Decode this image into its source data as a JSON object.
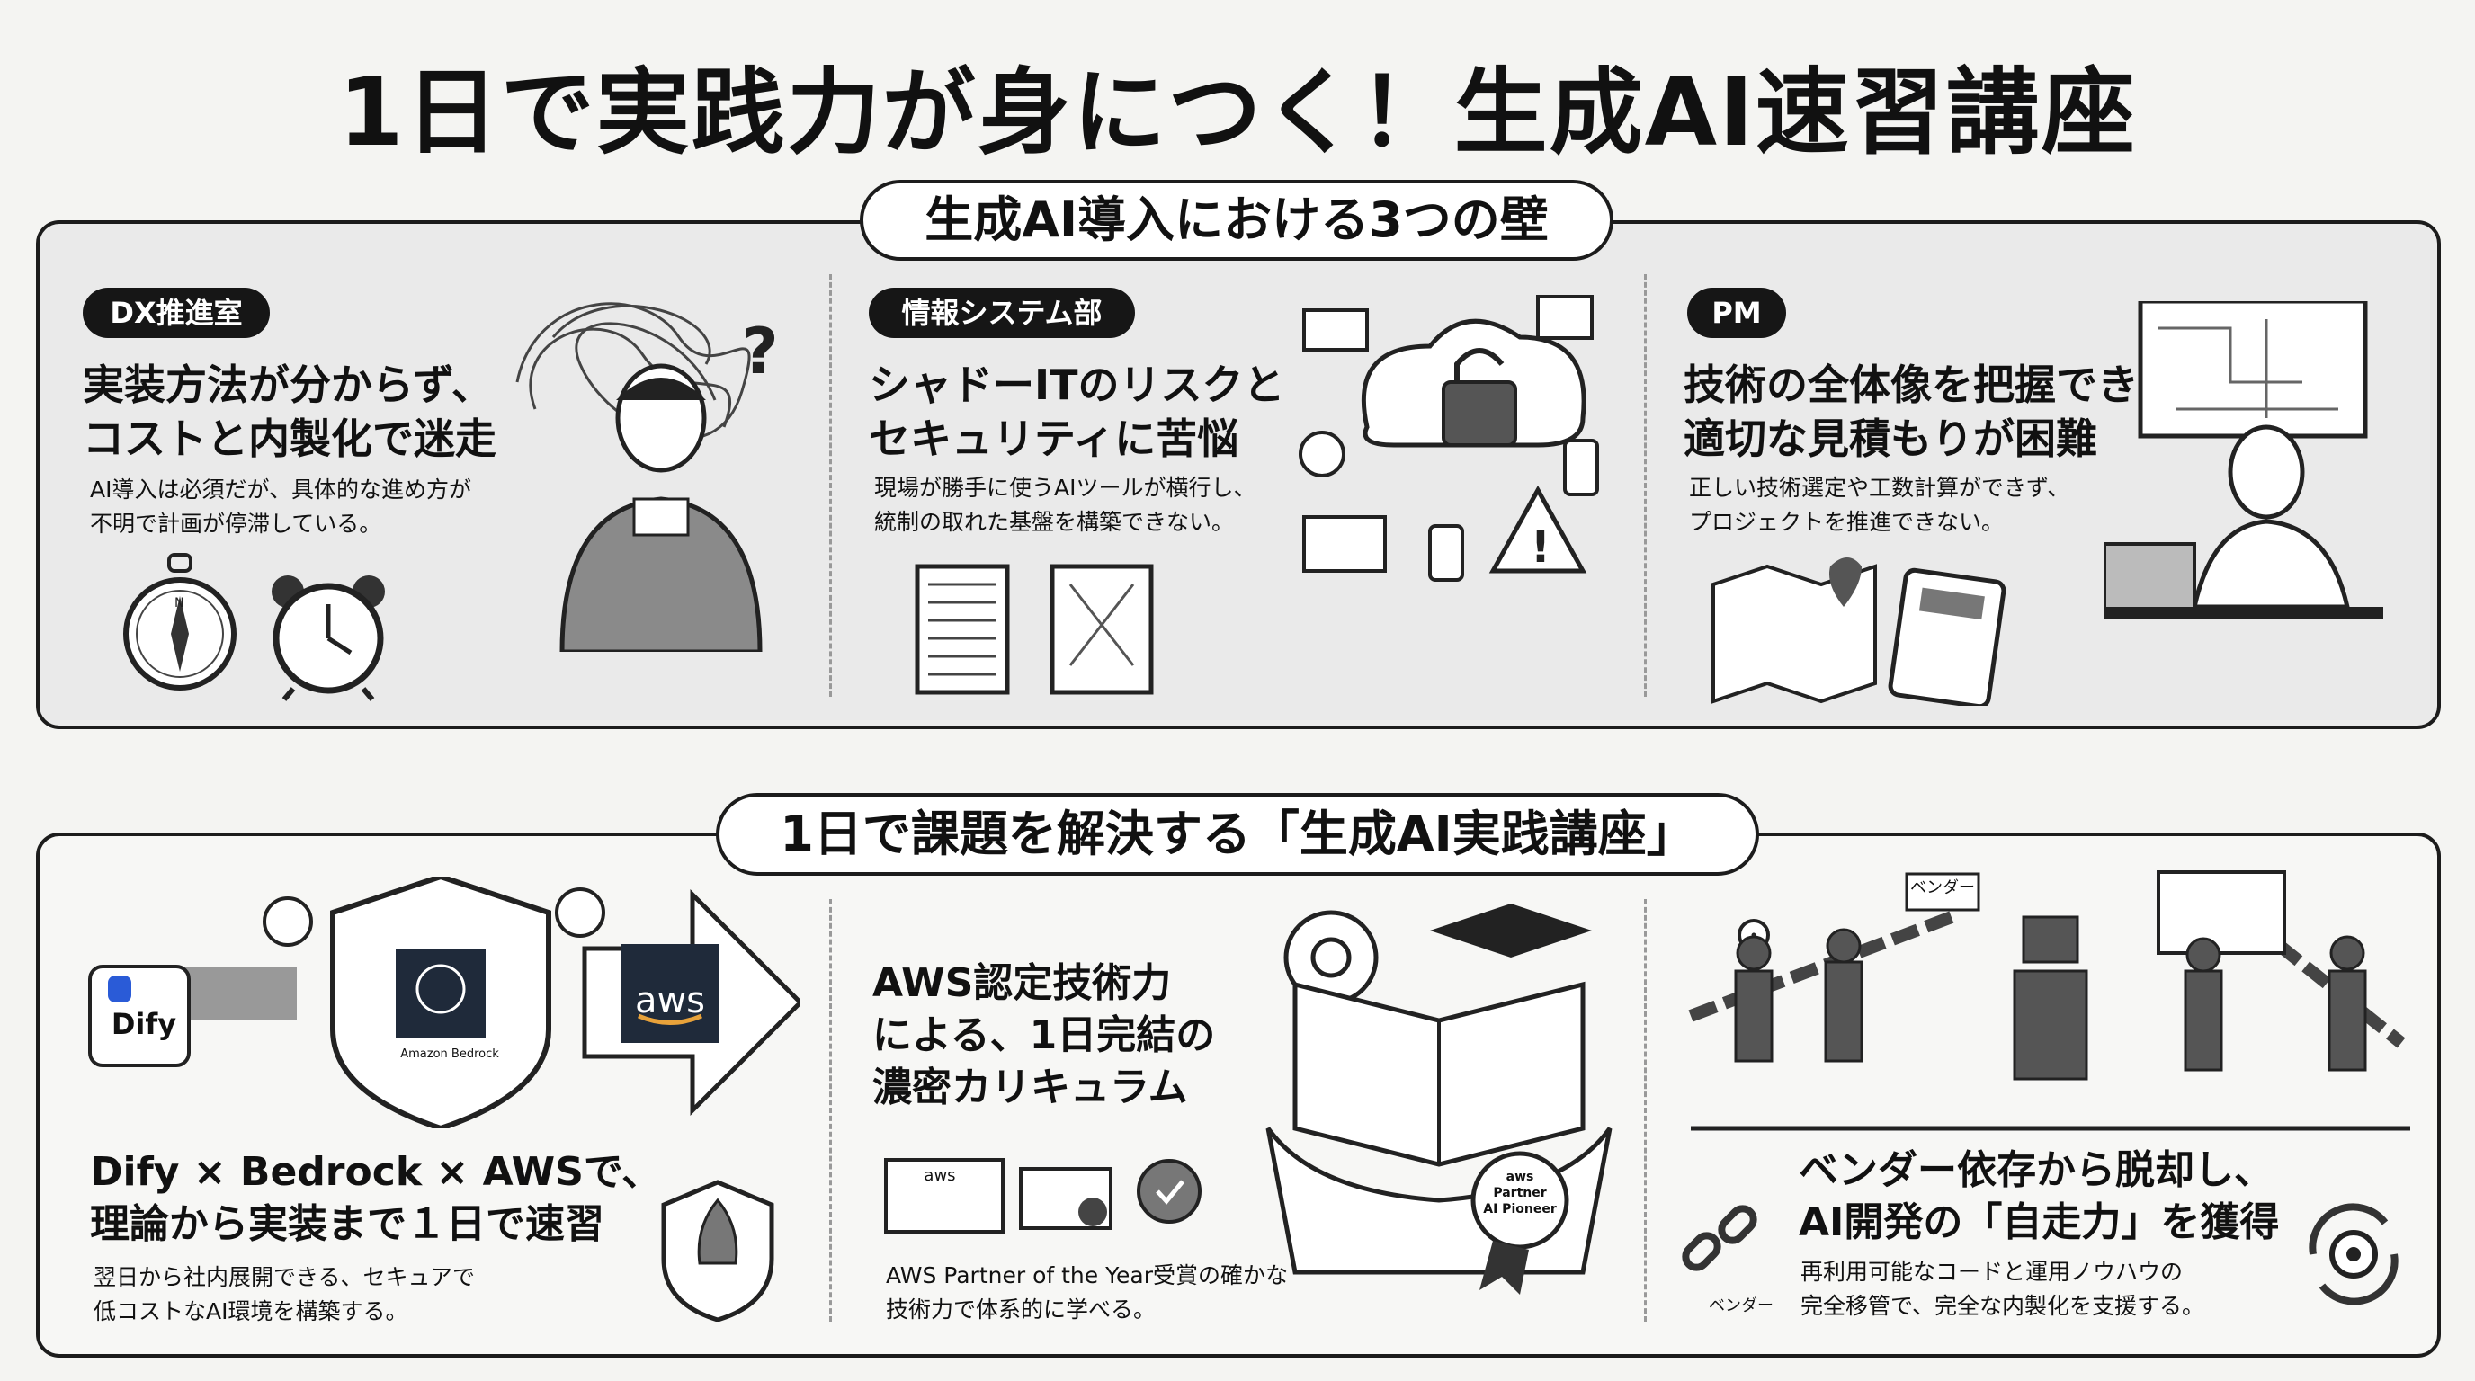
{
  "title": "1日で実践力が身につく！生成AI速習講座",
  "barriers": {
    "heading": "生成AI導入における3つの壁",
    "items": [
      {
        "tag": "DX推進室",
        "line1": "実装方法が分からず、",
        "line2": "コストと内製化で迷走",
        "desc1": "AI導入は必須だが、具体的な進め方が",
        "desc2": "不明で計画が停滞している。"
      },
      {
        "tag": "情報システム部",
        "line1": "シャドーITのリスクと",
        "line2": "セキュリティに苦悩",
        "desc1": "現場が勝手に使うAIツールが横行し、",
        "desc2": "統制の取れた基盤を構築できない。"
      },
      {
        "tag": "PM",
        "line1": "技術の全体像を把握できず、",
        "line2": "適切な見積もりが困難",
        "desc1": "正しい技術選定や工数計算ができず、",
        "desc2": "プロジェクトを推進できない。"
      }
    ]
  },
  "solution": {
    "heading": "1日で課題を解決する「生成AI実践講座」",
    "col1": {
      "dify_label": "Dify",
      "bedrock_label": "Amazon Bedrock",
      "aws_label": "aws",
      "line1": "Dify × Bedrock × AWSで、",
      "line2": "理論から実装まで１日で速習",
      "desc1": "翌日から社内展開できる、セキュアで",
      "desc2": "低コストなAI環境を構築する。"
    },
    "col2": {
      "line1": "AWS認定技術力",
      "line2": "による、1日完結の",
      "line3": "濃密カリキュラム",
      "cert_label": "aws",
      "badge_line1": "aws",
      "badge_line2": "Partner",
      "badge_line3": "AI Pioneer",
      "desc1": "AWS Partner of the Year受賞の確かな",
      "desc2": "技術力で体系的に学べる。"
    },
    "col3": {
      "vendor_sign": "ベンダー",
      "vendor_chain_label": "ベンダー",
      "line1": "ベンダー依存から脱却し、",
      "line2": "AI開発の「自走力」を獲得",
      "desc1": "再利用可能なコードと運用ノウハウの",
      "desc2": "完全移管で、完全な内製化を支援する。"
    }
  }
}
